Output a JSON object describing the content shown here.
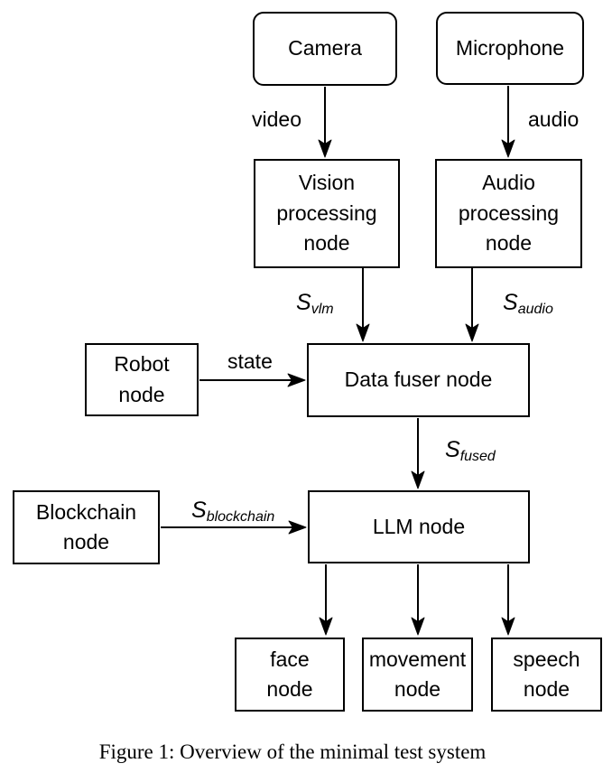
{
  "figure": {
    "caption": "Figure 1: Overview of the minimal test system"
  },
  "colors": {
    "node_border": "#000000",
    "node_fill": "#ffffff",
    "text": "#000000",
    "arrow": "#000000"
  },
  "nodes": {
    "camera": {
      "label": "Camera"
    },
    "microphone": {
      "label": "Microphone"
    },
    "vision_processing": {
      "label": "Vision\nprocessing\nnode"
    },
    "audio_processing": {
      "label": "Audio\nprocessing\nnode"
    },
    "robot": {
      "label": "Robot\nnode"
    },
    "data_fuser": {
      "label": "Data fuser node"
    },
    "blockchain": {
      "label": "Blockchain\nnode"
    },
    "llm": {
      "label": "LLM node"
    },
    "face": {
      "label": "face\nnode"
    },
    "movement": {
      "label": "movement\nnode"
    },
    "speech": {
      "label": "speech\nnode"
    }
  },
  "edges": {
    "camera_to_vision": {
      "label": "video"
    },
    "microphone_to_audio": {
      "label": "audio"
    },
    "vision_to_fuser": {
      "base": "S",
      "sub": "vlm"
    },
    "audio_to_fuser": {
      "base": "S",
      "sub": "audio"
    },
    "robot_to_fuser": {
      "label": "state"
    },
    "fuser_to_llm": {
      "base": "S",
      "sub": "fused"
    },
    "blockchain_to_llm": {
      "base": "S",
      "sub": "blockchain"
    }
  }
}
